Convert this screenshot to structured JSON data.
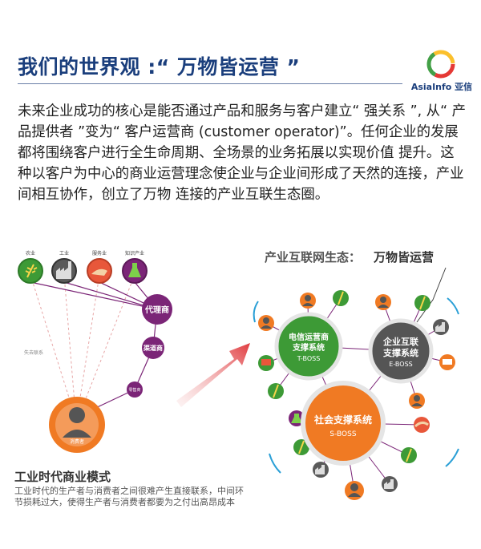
{
  "header": {
    "title": "我们的世界观 :“ 万物皆运营 ”",
    "logo_text": "AsiaInfo 亚信"
  },
  "body": {
    "paragraph": "未来企业成功的核心是能否通过产品和服务与客户建立“ 强关系 ”, 从“ 产品提供者 ”变为“ 客户运营商 (customer operator)”。任何企业的发展都将围绕客户进行全生命周期、全场景的业务拓展以实现价值 提升。这种以客户为中心的商业运营理念使企业与企业间形成了天然的连接，产业间相互协作，创立了万物 连接的产业互联生态圈。"
  },
  "left_diagram": {
    "industries": [
      "农业",
      "工业",
      "服务业",
      "知识产业"
    ],
    "agent": "代理商",
    "channel": "渠道商",
    "retailer": "零售商",
    "consumer": "消费者",
    "lost_link": "失去联系",
    "caption_title": "工业时代商业模式",
    "caption_text": "工业时代的生产者与消费者之间很难产生直接联系，中间环节损耗过大，使得生产者与消费者都要为之付出高昂成本"
  },
  "right_diagram": {
    "heading_label": "产业互联网生态：",
    "heading_value": "万物皆运营",
    "tboss": {
      "line1": "电信运营商",
      "line2": "支撑系统",
      "line3": "T-BOSS"
    },
    "eboss": {
      "line1": "企业互联",
      "line2": "支撑系统",
      "line3": "E-BOSS"
    },
    "sboss": {
      "line1": "社会支撑系统",
      "line2": "S-BOSS"
    }
  },
  "colors": {
    "title_blue": "#1a3e7c",
    "purple": "#7b2577",
    "orange": "#f0701e",
    "green": "#2f9a3c",
    "dark_gray": "#5a5a5a",
    "red": "#e8573a",
    "arrow_red": "#e03a3e"
  }
}
